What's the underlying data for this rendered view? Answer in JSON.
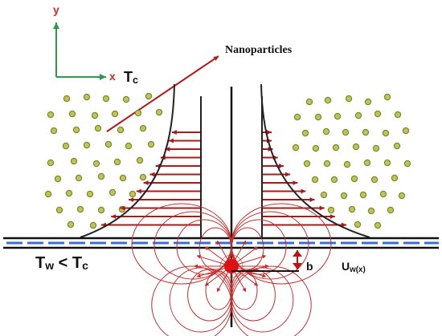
{
  "labels": {
    "axis_y": "y",
    "axis_x": "x",
    "tc_main": "T",
    "tc_sub": "c",
    "nanoparticles": "Nanoparticles",
    "ineq_tw_main": "T",
    "ineq_tw_sub": "w",
    "ineq_op": " < ",
    "ineq_tc_main": "T",
    "ineq_tc_sub": "c",
    "b": "b",
    "uw_main": "U",
    "uw_sub": "w(x)"
  },
  "colors": {
    "axis": "#2e9a4a",
    "axis_label": "#d62b2b",
    "arrow": "#a81b1b",
    "wall_dash": "#3a6fd8",
    "particle_fill": "#c2c25a",
    "particle_stroke": "#7a8a30",
    "source": "#e01010",
    "field": "#c03030"
  }
}
